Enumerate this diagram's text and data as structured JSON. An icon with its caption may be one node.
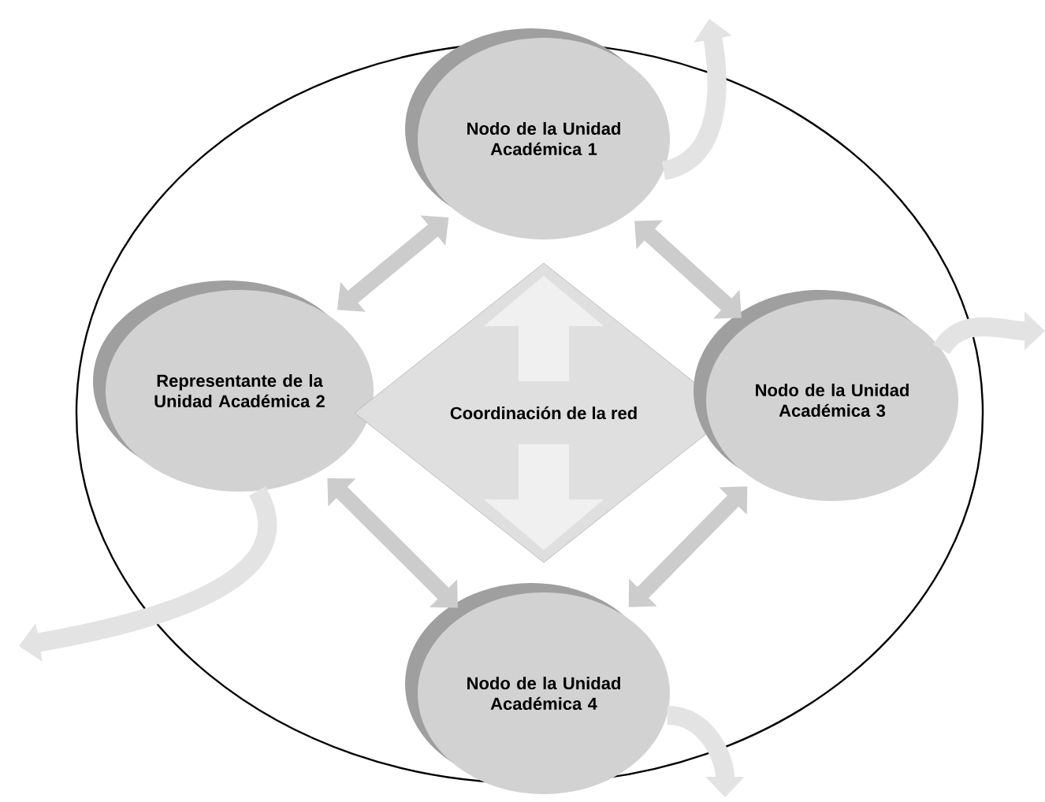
{
  "diagram": {
    "nodes": [
      {
        "text": [],
        "shape": "ellipse"
      },
      {
        "text": [
          "Nodo de la Unidad Académica 1"
        ],
        "in": 0
      },
      {
        "text": [
          "Representante de la Unidad Académica 2"
        ],
        "in": 0
      },
      {
        "text": [
          "Coordinación de la red"
        ],
        "in": 0
      },
      {
        "text": [
          "Nodo de la Unidad Académica 3"
        ],
        "in": 0
      },
      {
        "text": [
          "Nodo de la Unidad Académica 4"
        ],
        "in": 0
      }
    ],
    "edges": [
      {
        "from": 2,
        "to": 1,
        "arrow": "both"
      },
      {
        "from": 1,
        "to": 4,
        "arrow": "both"
      },
      {
        "from": 2,
        "to": 5,
        "arrow": "both"
      },
      {
        "from": 4,
        "to": 5,
        "arrow": "both"
      },
      {
        "from": 1,
        "to": null,
        "arrow": "to"
      },
      {
        "from": 2,
        "to": null,
        "arrow": "to"
      },
      {
        "from": 4,
        "to": null,
        "arrow": "to"
      },
      {
        "from": 5,
        "to": null,
        "arrow": "to"
      }
    ]
  }
}
